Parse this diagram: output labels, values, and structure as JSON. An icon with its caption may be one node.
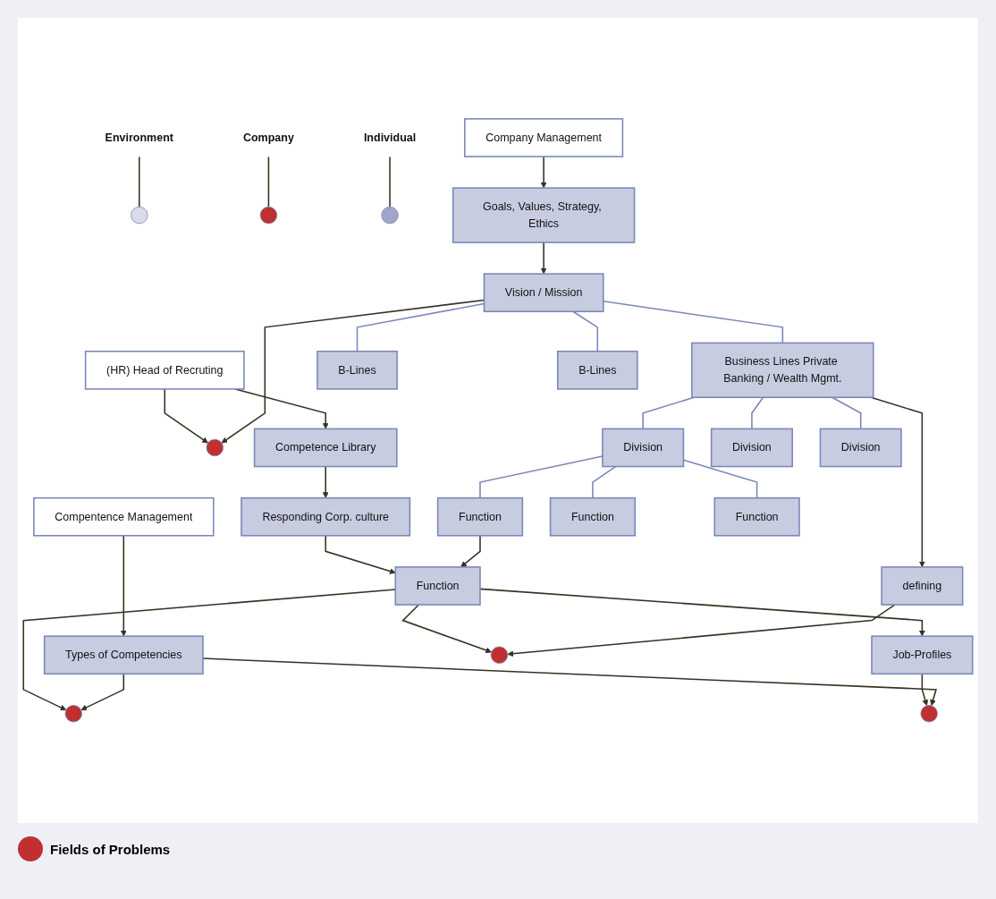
{
  "diagram": {
    "nodes": [
      {
        "text": [],
        "shape": "circle"
      },
      {
        "text": [],
        "shape": "circle"
      },
      {
        "text": [],
        "shape": "circle"
      },
      {
        "text": [
          "Individual"
        ]
      },
      {
        "text": [
          "Company"
        ]
      },
      {
        "text": [
          "Environment"
        ]
      },
      {
        "text": [
          "Compentence Management"
        ]
      },
      {
        "text": [
          "Company Management"
        ]
      },
      {
        "text": [
          "Goals, Values, Strategy, Ethics"
        ]
      },
      {
        "text": [
          "(HR) Head of Recruting"
        ]
      },
      {
        "text": [],
        "shape": "circle"
      },
      {
        "text": [
          "Vision / Mission"
        ]
      },
      {
        "text": [
          "Competence Library"
        ]
      },
      {
        "text": [
          "defining"
        ]
      },
      {
        "text": [
          "Business Lines Private Banking / Wealth Mgmt."
        ]
      },
      {
        "text": [
          "B-Lines"
        ]
      },
      {
        "text": [
          "B-Lines"
        ]
      },
      {
        "text": [
          "Responding Corp. culture"
        ]
      },
      {
        "text": [
          "Division"
        ]
      },
      {
        "text": [
          "Division"
        ]
      },
      {
        "text": [
          "Division"
        ]
      },
      {
        "text": [],
        "shape": "circle"
      },
      {
        "text": [
          "Function"
        ]
      },
      {
        "text": [],
        "shape": "circle"
      },
      {
        "text": [
          "Function"
        ]
      },
      {
        "text": [
          "Function"
        ]
      },
      {
        "text": [
          "Function"
        ]
      },
      {
        "text": [
          "Types of Competencies"
        ]
      },
      {
        "text": [],
        "shape": "circle"
      },
      {
        "text": [
          "Job-Profiles"
        ]
      }
    ],
    "edges": [
      {
        "from": 3,
        "to": 2,
        "arrow": "none"
      },
      {
        "from": 4,
        "to": 1,
        "arrow": "none"
      },
      {
        "from": 5,
        "to": 0,
        "arrow": "none"
      },
      {
        "from": 6,
        "to": 27,
        "arrow": "to"
      },
      {
        "from": 7,
        "to": 8,
        "arrow": "to"
      },
      {
        "from": 8,
        "to": 11,
        "arrow": "to"
      },
      {
        "from": 9,
        "to": 10,
        "arrow": "to"
      },
      {
        "from": 11,
        "to": 10,
        "arrow": "to"
      },
      {
        "from": 9,
        "to": 12,
        "arrow": "to"
      },
      {
        "from": 11,
        "to": 14,
        "arrow": "none",
        "color": "#7a86b8"
      },
      {
        "from": 11,
        "to": 15,
        "arrow": "none",
        "color": "#7a86b8"
      },
      {
        "from": 11,
        "to": 16,
        "arrow": "none",
        "color": "#7a86b8"
      },
      {
        "from": 14,
        "to": 13,
        "arrow": "to"
      },
      {
        "from": 12,
        "to": 17,
        "arrow": "to"
      },
      {
        "from": 14,
        "to": 18,
        "arrow": "none",
        "color": "#7a86b8"
      },
      {
        "from": 14,
        "to": 19,
        "arrow": "none",
        "color": "#7a86b8"
      },
      {
        "from": 14,
        "to": 20,
        "arrow": "none",
        "color": "#7a86b8"
      },
      {
        "from": 17,
        "to": 22,
        "arrow": "to"
      },
      {
        "from": 18,
        "to": 24,
        "arrow": "none",
        "color": "#7a86b8"
      },
      {
        "from": 18,
        "to": 25,
        "arrow": "none",
        "color": "#7a86b8"
      },
      {
        "from": 18,
        "to": 26,
        "arrow": "none",
        "color": "#7a86b8"
      },
      {
        "from": 24,
        "to": 22,
        "arrow": "to"
      },
      {
        "from": 22,
        "to": 23,
        "arrow": "to"
      },
      {
        "from": 13,
        "to": 23,
        "arrow": "to"
      },
      {
        "from": 22,
        "to": 21,
        "arrow": "to"
      },
      {
        "from": 27,
        "to": 21,
        "arrow": "to"
      },
      {
        "from": 22,
        "to": 29,
        "arrow": "to"
      },
      {
        "from": 29,
        "to": 28,
        "arrow": "to"
      },
      {
        "from": 27,
        "to": 28,
        "arrow": "to"
      }
    ],
    "legend": [
      {
        "text": "Fields of Problems",
        "color": "#c03030"
      }
    ]
  }
}
